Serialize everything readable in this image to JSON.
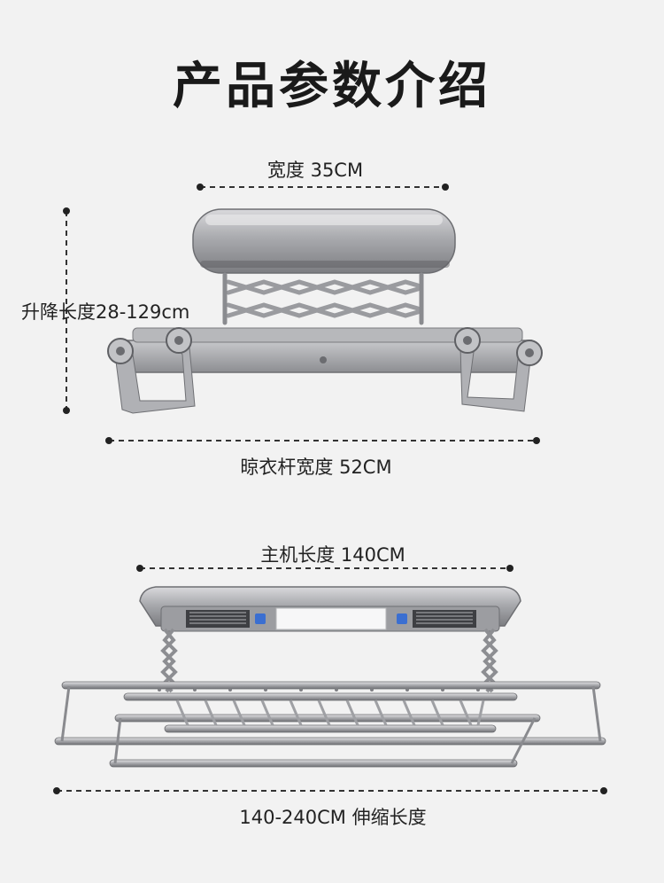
{
  "title": "产品参数介绍",
  "top_view": {
    "width_label": "宽度 35CM",
    "lift_label": "升降长度28-129cm",
    "bar_width_label": "晾衣杆宽度 52CM"
  },
  "front_view": {
    "host_length_label": "主机长度 140CM",
    "extend_label": "140-240CM 伸缩长度"
  }
}
